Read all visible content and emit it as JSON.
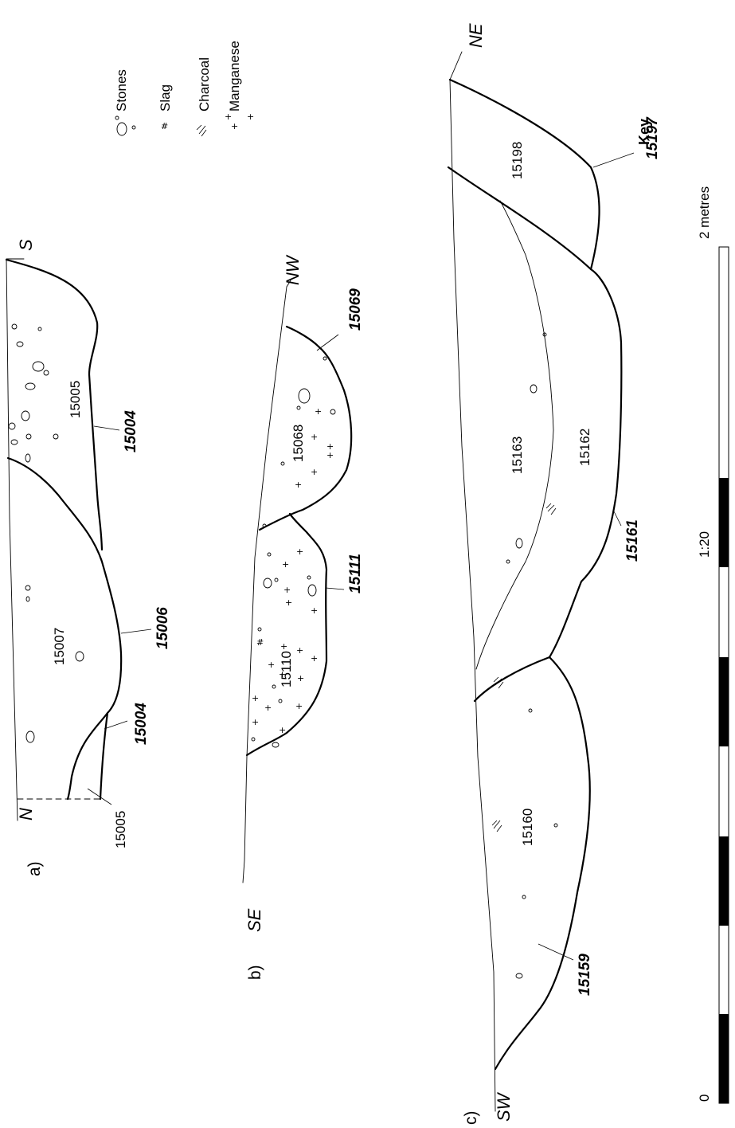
{
  "panels": {
    "a": {
      "letter": "a)",
      "dir_left": "N",
      "dir_right": "S",
      "deposits": [
        "15005",
        "15007",
        "15005"
      ],
      "cuts": [
        "15004",
        "15006",
        "15004"
      ]
    },
    "b": {
      "letter": "b)",
      "dir_left": "SE",
      "dir_right": "NW",
      "deposits": [
        "15110",
        "15068"
      ],
      "cuts": [
        "15111",
        "15069"
      ]
    },
    "c": {
      "letter": "c)",
      "dir_left": "SW",
      "dir_right": "NE",
      "deposits": [
        "15160",
        "15163",
        "15162",
        "15198"
      ],
      "cuts": [
        "15159",
        "15161",
        "15197"
      ]
    }
  },
  "key": {
    "heading": "Key",
    "items": [
      {
        "icon": "stones-icon",
        "label": "Stones"
      },
      {
        "icon": "slag-icon",
        "label": "Slag"
      },
      {
        "icon": "charcoal-icon",
        "label": "Charcoal"
      },
      {
        "icon": "manganese-icon",
        "label": "Manganese"
      }
    ]
  },
  "scale": {
    "zero": "0",
    "ratio": "1:20",
    "end": "2 metres"
  }
}
